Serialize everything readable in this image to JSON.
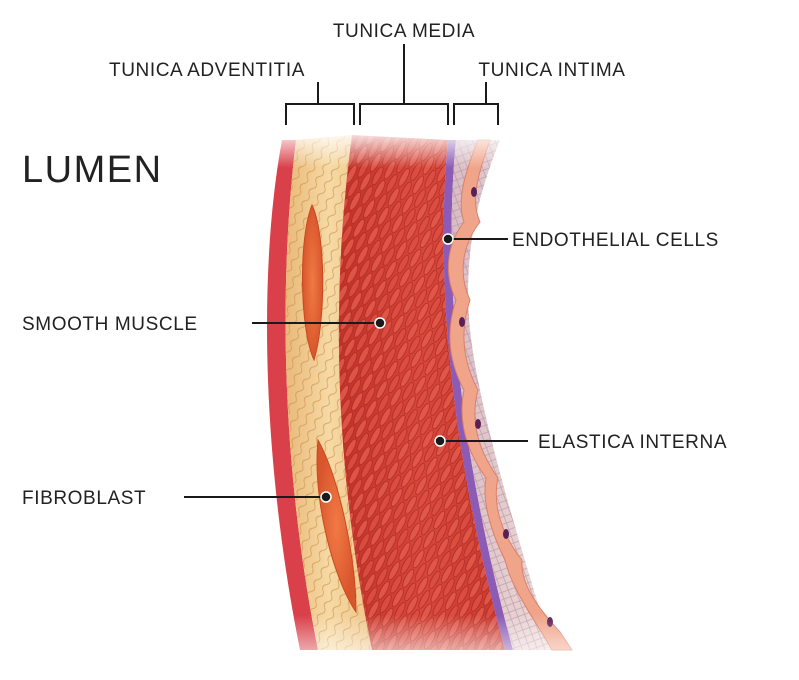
{
  "title": "LUMEN",
  "layers": {
    "adventitia": "TUNICA ADVENTITIA",
    "media": "TUNICA MEDIA",
    "intima": "TUNICA INTIMA"
  },
  "callouts": {
    "endothelial": "ENDOTHELIAL CELLS",
    "smooth_muscle": "SMOOTH MUSCLE",
    "elastica": "ELASTICA INTERNA",
    "fibroblast": "FIBROBLAST"
  },
  "colors": {
    "text": "#222222",
    "outer_edge": "#d9404a",
    "adventitia": "#f1c98a",
    "media": "#cf3c32",
    "elastica": "#8b5bb5",
    "intima": "#e8d3cf",
    "endothelium": "#f0a58a",
    "nucleus": "#5a1f55",
    "fibroblast": "#e8643a"
  }
}
